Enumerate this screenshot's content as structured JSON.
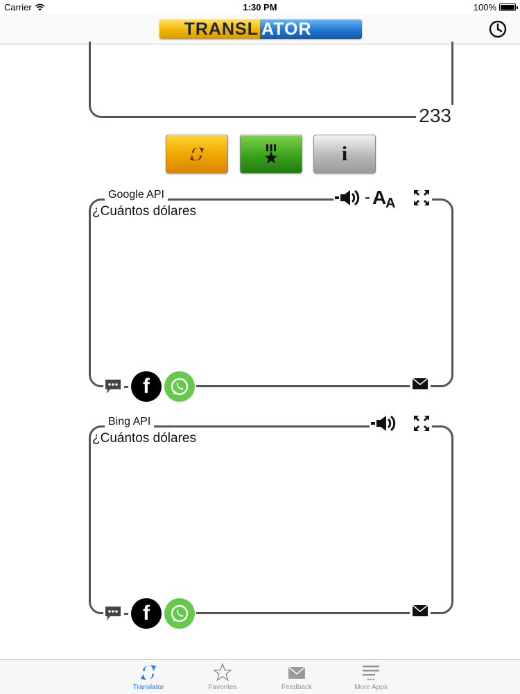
{
  "status_bar": {
    "carrier": "Carrier",
    "time": "1:30 PM",
    "battery": "100%",
    "icons": [
      "wifi-icon",
      "battery-icon"
    ]
  },
  "nav": {
    "logo_left": "TRANSL",
    "logo_right": "ATOR",
    "history_icon": "clock-icon",
    "colors": {
      "logo_gold": "#f2b600",
      "logo_blue": "#2276d1"
    }
  },
  "source": {
    "char_count": "233"
  },
  "actions": {
    "buttons": [
      {
        "name": "swap",
        "icon": "swap-arrows-icon",
        "color": "#f0a400"
      },
      {
        "name": "favorite",
        "icon": "medal-star-icon",
        "color": "#3aa11c"
      },
      {
        "name": "info",
        "label": "i",
        "color": "#b8b8b8"
      }
    ]
  },
  "google": {
    "title": "Google API",
    "text": "¿Cuántos dólares",
    "icons": [
      "speaker-icon",
      "font-size-icon",
      "expand-icon",
      "sms-icon",
      "facebook-icon",
      "whatsapp-icon",
      "mail-icon"
    ],
    "fb_label": "f"
  },
  "bing": {
    "title": "Bing API",
    "text": "¿Cuántos dólares",
    "icons": [
      "speaker-icon",
      "expand-icon",
      "sms-icon",
      "facebook-icon",
      "whatsapp-icon",
      "mail-icon"
    ],
    "fb_label": "f"
  },
  "tabbar": {
    "tabs": [
      {
        "label": "Translator",
        "icon": "translator-icon",
        "active": true
      },
      {
        "label": "Favorites",
        "icon": "star-icon",
        "active": false
      },
      {
        "label": "Feedback",
        "icon": "envelope-icon",
        "active": false
      },
      {
        "label": "More Apps",
        "icon": "list-icon",
        "active": false
      }
    ],
    "active_color": "#1a7cf4",
    "inactive_color": "#929292"
  }
}
